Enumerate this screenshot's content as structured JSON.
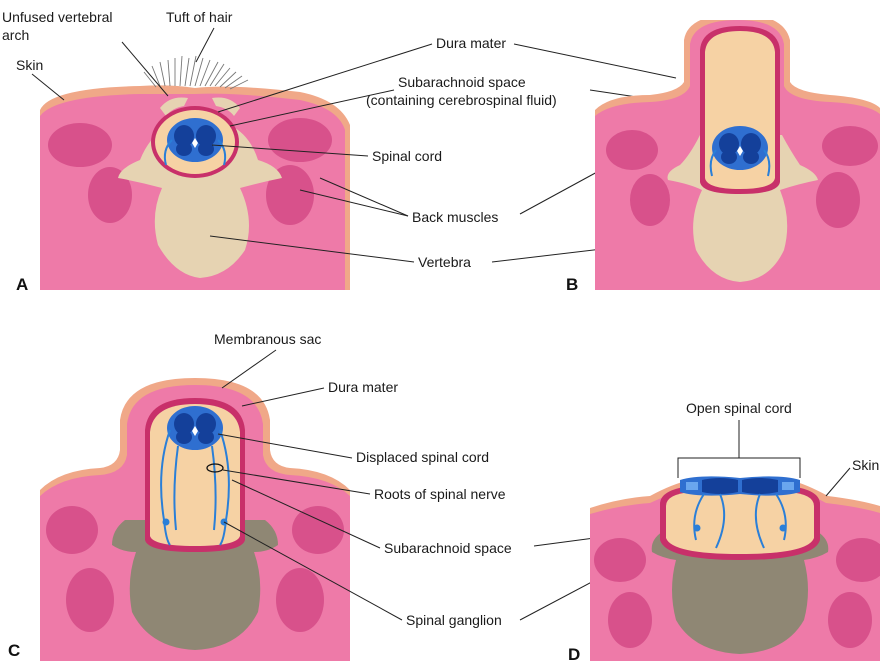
{
  "panels": {
    "a": {
      "letter": "A",
      "labels": {
        "unfused_l1": "Unfused vertebral",
        "unfused_l2": "arch",
        "tuft": "Tuft of hair",
        "skin": "Skin",
        "dura": "Dura mater",
        "sub_l1": "Subarachnoid space",
        "sub_l2": "(containing cerebrospinal fluid)",
        "cord": "Spinal cord",
        "muscles": "Back muscles",
        "vertebra": "Vertebra"
      }
    },
    "b": {
      "letter": "B"
    },
    "c": {
      "letter": "C",
      "labels": {
        "sac": "Membranous sac",
        "dura": "Dura mater",
        "displaced": "Displaced spinal cord",
        "roots": "Roots of spinal nerve",
        "sub": "Subarachnoid space",
        "ganglion": "Spinal ganglion"
      }
    },
    "d": {
      "letter": "D",
      "labels": {
        "open": "Open spinal cord",
        "skin": "Skin"
      }
    }
  },
  "colors": {
    "skin": "#f0a888",
    "muscle_bg": "#ee7aa8",
    "muscle": "#d44a86",
    "bone": "#e6d3b2",
    "bone_dark": "#8f8774",
    "dura": "#c8306a",
    "csf": "#f6d2a4",
    "cord_outer": "#2f6fd0",
    "cord_inner": "#14409a",
    "root": "#2a7fd8"
  }
}
